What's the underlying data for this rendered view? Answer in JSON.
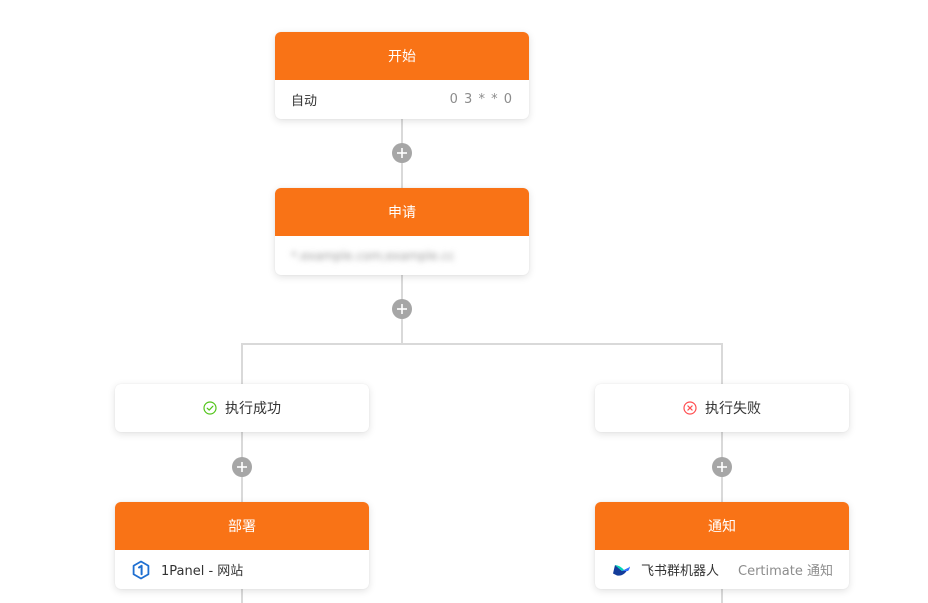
{
  "start_node": {
    "title": "开始",
    "trigger_label": "自动",
    "cron": "0 3 * * 0"
  },
  "apply_node": {
    "title": "申请",
    "domain": "*.example.com;example.cc"
  },
  "success_branch": {
    "label": "执行成功",
    "icon": "check-circle-icon",
    "color": "#52c41a"
  },
  "failure_branch": {
    "label": "执行失败",
    "icon": "close-circle-icon",
    "color": "#ff4d4f"
  },
  "deploy_node": {
    "title": "部署",
    "provider_icon": "1panel-logo-icon",
    "provider": "1Panel - 网站"
  },
  "notify_node": {
    "title": "通知",
    "provider_icon": "feishu-logo-icon",
    "provider": "飞书群机器人",
    "detail": "Certimate 通知"
  },
  "colors": {
    "accent": "#f97316",
    "connector": "#d9d9d9",
    "add_button": "#a6a6a6"
  }
}
